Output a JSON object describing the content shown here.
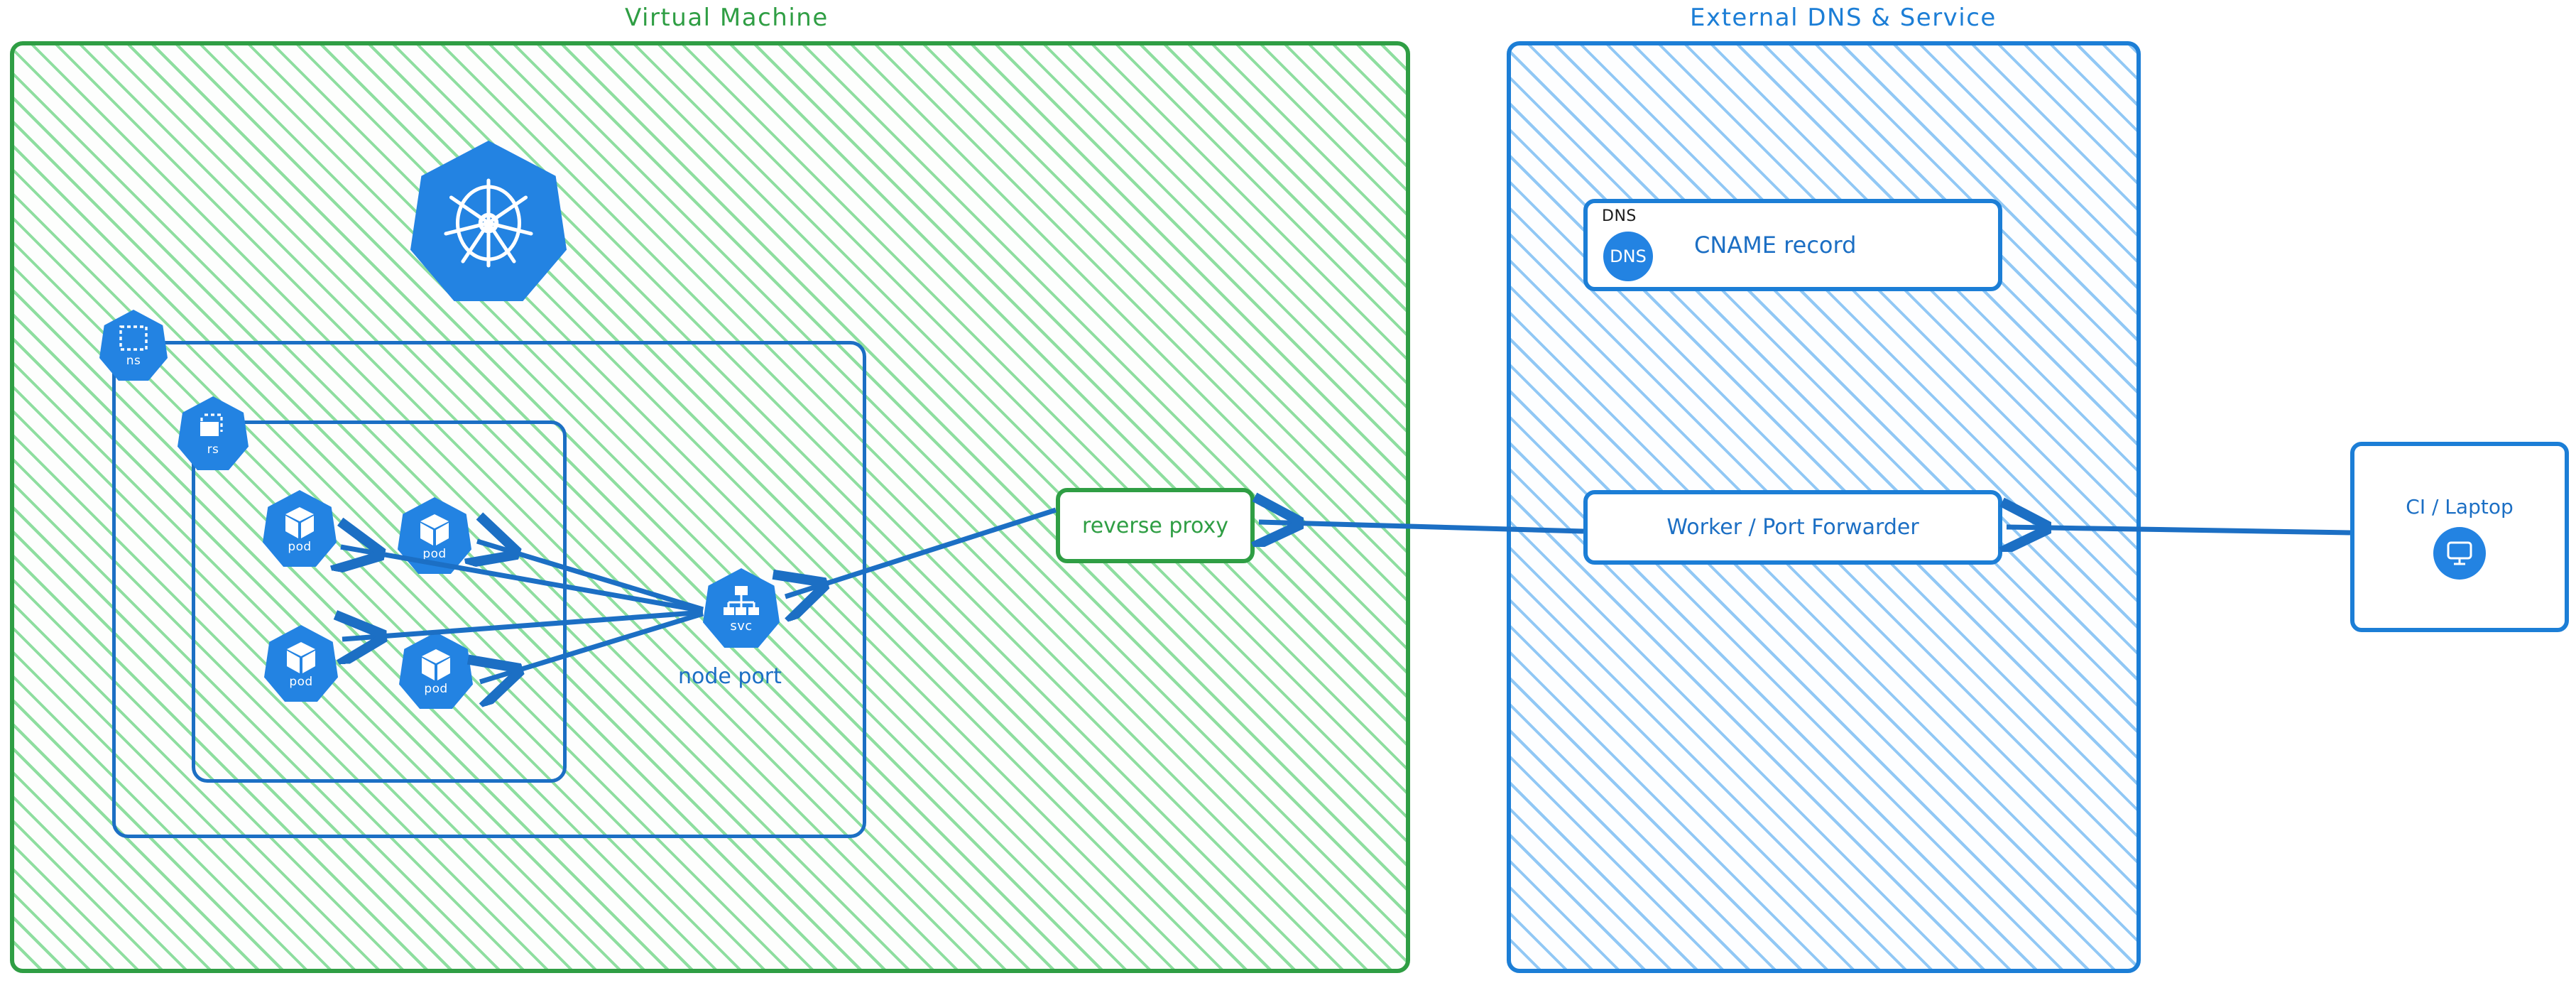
{
  "zones": {
    "vm": {
      "title": "Virtual Machine",
      "color": "#2f9e44"
    },
    "external": {
      "title": "External DNS & Service",
      "color": "#1c7ed6"
    }
  },
  "k8s": {
    "logo_icon": "kubernetes-wheel-icon",
    "namespace": {
      "label": "ns",
      "icon": "namespace-icon"
    },
    "replicaset": {
      "label": "rs",
      "icon": "replicaset-icon"
    },
    "pods": [
      {
        "label": "pod",
        "icon": "pod-icon"
      },
      {
        "label": "pod",
        "icon": "pod-icon"
      },
      {
        "label": "pod",
        "icon": "pod-icon"
      },
      {
        "label": "pod",
        "icon": "pod-icon"
      }
    ],
    "service": {
      "label": "svc",
      "icon": "service-icon",
      "caption": "node port"
    }
  },
  "nodes": {
    "reverse_proxy": {
      "label": "reverse proxy",
      "color": "#2f9e44"
    },
    "dns": {
      "kind": "DNS",
      "badge": "DNS",
      "label": "CNAME record",
      "color": "#1c7ed6"
    },
    "worker": {
      "label": "Worker / Port Forwarder",
      "color": "#1c7ed6"
    },
    "ci": {
      "label": "CI / Laptop",
      "icon": "desktop-monitor-icon",
      "color": "#1c7ed6"
    }
  },
  "edges": [
    {
      "from": "service",
      "to": "pod-1"
    },
    {
      "from": "service",
      "to": "pod-2"
    },
    {
      "from": "service",
      "to": "pod-3"
    },
    {
      "from": "service",
      "to": "pod-4"
    },
    {
      "from": "reverse-proxy",
      "to": "service"
    },
    {
      "from": "worker",
      "to": "reverse-proxy"
    },
    {
      "from": "ci",
      "to": "worker"
    }
  ],
  "palette": {
    "k8s_blue": "#2383e2",
    "line_blue": "#1c6fc4",
    "green": "#2f9e44",
    "hatch_green": "#7bd88f",
    "hatch_blue": "#7ebff3"
  }
}
